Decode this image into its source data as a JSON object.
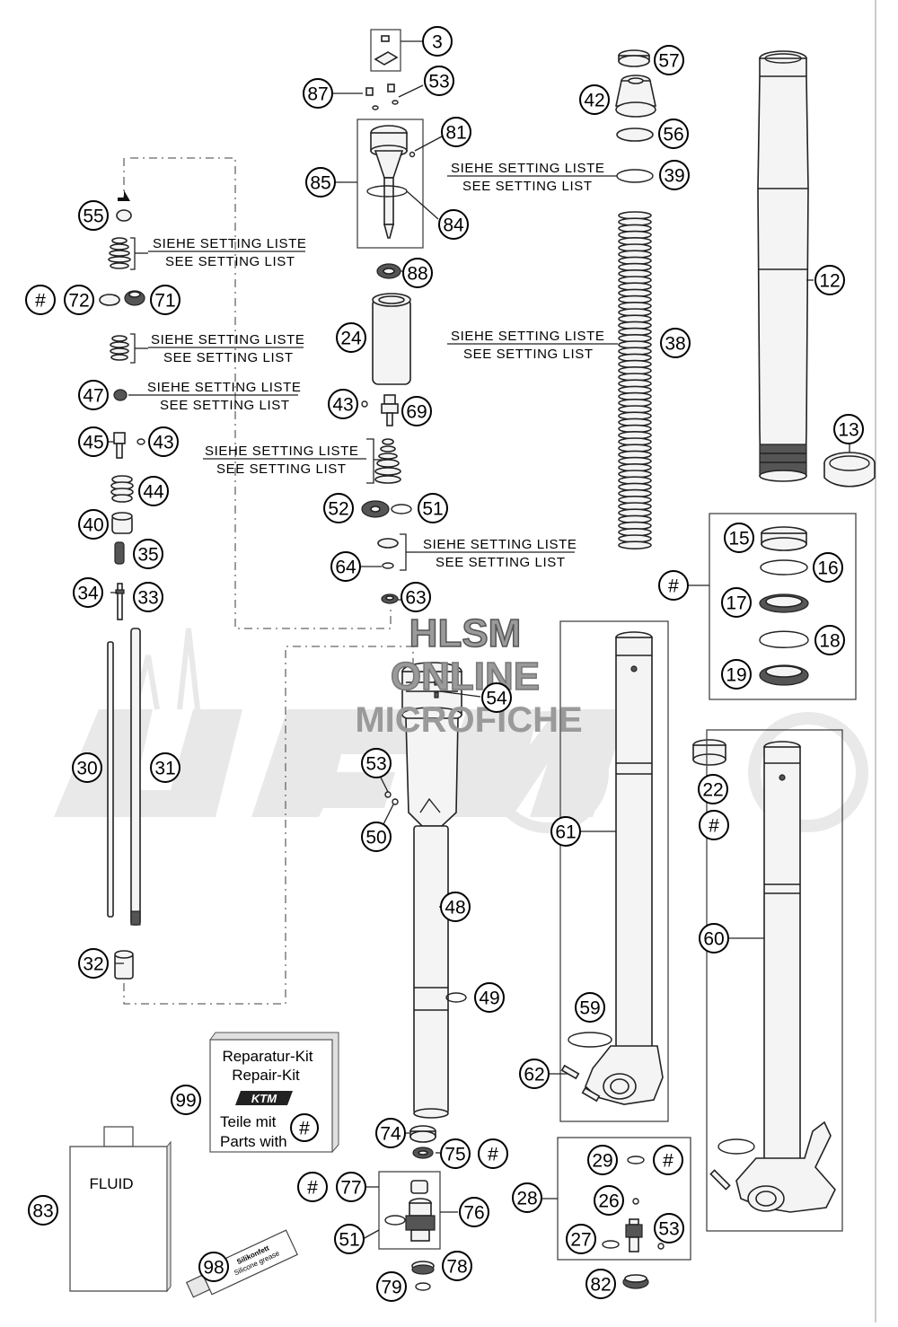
{
  "watermark": {
    "line1": "HLSM",
    "line2": "ONLINE",
    "line3": "MICROFICHE",
    "color": "#9a9a9a"
  },
  "setting_note": {
    "de": "SIEHE SETTING LISTE",
    "en": "SEE SETTING LIST"
  },
  "callouts": {
    "hash": "#",
    "p3": "3",
    "p12": "12",
    "p13": "13",
    "p15": "15",
    "p16": "16",
    "p17": "17",
    "p18": "18",
    "p19": "19",
    "p22": "22",
    "p24": "24",
    "p26": "26",
    "p27": "27",
    "p28": "28",
    "p29": "29",
    "p30": "30",
    "p31": "31",
    "p32": "32",
    "p33": "33",
    "p34": "34",
    "p35": "35",
    "p38": "38",
    "p39": "39",
    "p40": "40",
    "p42": "42",
    "p43": "43",
    "p44": "44",
    "p45": "45",
    "p47": "47",
    "p48": "48",
    "p49": "49",
    "p50": "50",
    "p51": "51",
    "p52": "52",
    "p53": "53",
    "p54": "54",
    "p55": "55",
    "p56": "56",
    "p57": "57",
    "p59": "59",
    "p60": "60",
    "p61": "61",
    "p62": "62",
    "p63": "63",
    "p64": "64",
    "p69": "69",
    "p71": "71",
    "p72": "72",
    "p74": "74",
    "p75": "75",
    "p76": "76",
    "p77": "77",
    "p78": "78",
    "p79": "79",
    "p81": "81",
    "p82": "82",
    "p83": "83",
    "p84": "84",
    "p85": "85",
    "p87": "87",
    "p88": "88",
    "p98": "98",
    "p99": "99"
  },
  "repair_kit": {
    "line1": "Reparatur-Kit",
    "line2": "Repair-Kit",
    "brand": "KTM",
    "line3": "Teile mit",
    "line4": "Parts with",
    "symbol": "#"
  },
  "fluid_can": {
    "label": "FLUID"
  },
  "grease_tube": {
    "line1": "Silikonfett",
    "line2": "Silicone grease"
  }
}
